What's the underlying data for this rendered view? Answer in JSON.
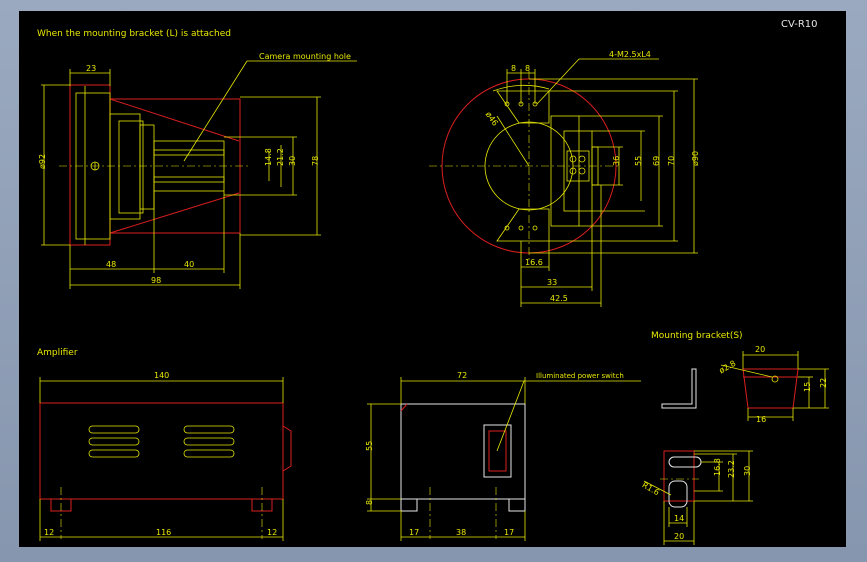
{
  "drawing": {
    "code": "CV-R10",
    "colors": {
      "background": "#000000",
      "dimension": "#e8e800",
      "outline_red": "#d81f1f",
      "outline_white": "#e6e6e6",
      "window_frame": "#8e9db4"
    },
    "camera_view": {
      "heading": "When the mounting bracket (L) is attached",
      "callout": "Camera mounting hole",
      "dims": {
        "top": "23",
        "dia": "ø92",
        "h1": "14.8",
        "h2": "21.2",
        "h3": "30",
        "h4": "78",
        "b1": "48",
        "b2": "40",
        "b3": "98"
      }
    },
    "front_view": {
      "callout": "4-M2.5xL4",
      "dims": {
        "t1": "8",
        "t2": "8",
        "dia": "ø46",
        "v1": "36",
        "v2": "55",
        "v3": "69",
        "v4": "70",
        "v5": "ø90",
        "b1": "16.6",
        "b2": "33",
        "b3": "42.5"
      }
    },
    "amplifier": {
      "heading": "Amplifier",
      "dims": {
        "width": "140",
        "l": "12",
        "mid": "116",
        "r": "12"
      }
    },
    "amp_side": {
      "callout": "Illuminated power switch",
      "dims": {
        "width": "72",
        "height": "55",
        "foot": "8",
        "b1": "17",
        "b2": "38",
        "b3": "17"
      }
    },
    "bracket_s": {
      "heading": "Mounting bracket(S)",
      "dims": {
        "top": "20",
        "hole": "ø2.8",
        "h1": "15",
        "h2": "22",
        "bottom": "16",
        "v1": "16.8",
        "v2": "23.2",
        "v3": "30",
        "r": "R1.6",
        "b1": "14",
        "b2": "20"
      }
    }
  }
}
